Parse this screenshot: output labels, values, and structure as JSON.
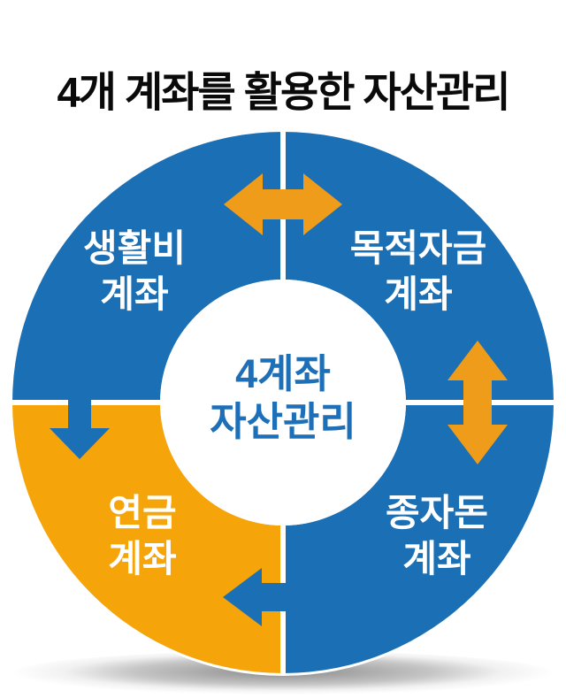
{
  "title": "4개 계좌를 활용한 자산관리",
  "center": {
    "line1": "4계좌",
    "line2": "자산관리",
    "color": "#1D70B8"
  },
  "segments": [
    {
      "id": "living-expenses",
      "line1": "생활비",
      "line2": "계좌",
      "position": "top-left",
      "color": "#1B6FB5"
    },
    {
      "id": "purpose-fund",
      "line1": "목적자금",
      "line2": "계좌",
      "position": "top-right",
      "color": "#1B6FB5"
    },
    {
      "id": "seed-money",
      "line1": "종자돈",
      "line2": "계좌",
      "position": "bottom-right",
      "color": "#1B6FB5"
    },
    {
      "id": "pension",
      "line1": "연금",
      "line2": "계좌",
      "position": "bottom-left",
      "color": "#F5A40A"
    }
  ],
  "arrows": [
    {
      "id": "top-swap",
      "type": "double-headed-horizontal",
      "between": "생활비 계좌 ↔ 목적자금 계좌",
      "color": "#EE9C19"
    },
    {
      "id": "right-swap",
      "type": "double-headed-vertical",
      "between": "목적자금 계좌 ↔ 종자돈 계좌",
      "color": "#EE9C19"
    },
    {
      "id": "left-down",
      "type": "single-down",
      "between": "생활비 계좌 → 연금 계좌",
      "color": "#1B6FB5"
    },
    {
      "id": "bottom-left",
      "type": "single-left",
      "between": "종자돈 계좌 → 연금 계좌",
      "color": "#1B6FB5"
    }
  ],
  "colors": {
    "divider": "#FFFFFF",
    "rim": "#FFFFFF",
    "hole": "#FFFFFF",
    "title": "#0A0A0A"
  }
}
